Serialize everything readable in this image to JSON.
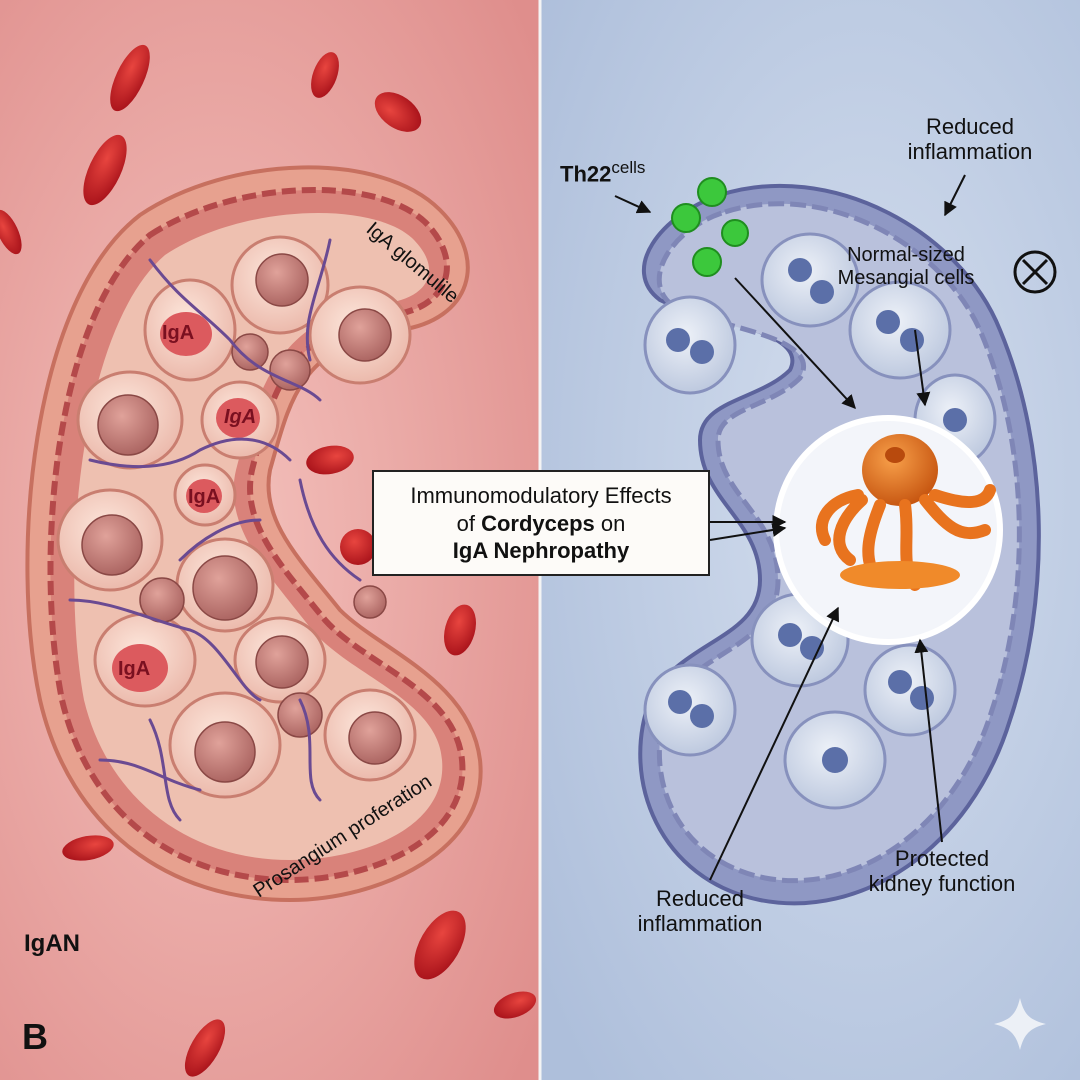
{
  "panel_letter": "B",
  "left_panel": {
    "label": "IgAN",
    "glomerulus_label": "IgA glomulile",
    "proliferation_label": "Prosangium proferation",
    "deposit_labels": [
      "IgA",
      "IgA",
      "IgA",
      "IgA"
    ]
  },
  "title": {
    "line1": "Immunomodulatory Effects",
    "line2_prefix": "of ",
    "line2_bold": "Cordyceps",
    "line2_suffix": " on",
    "line3": "IgA Nephropathy"
  },
  "right_panel": {
    "th22_label": "Th22",
    "th22_sup": "cells",
    "reduced_inflammation_top": [
      "Reduced",
      "inflammation"
    ],
    "mesangial_label": [
      "Normal-sized",
      "Mesangial cells"
    ],
    "protected_label": [
      "Protected",
      "kidney function"
    ],
    "reduced_inflammation_bottom": [
      "Reduced",
      "inflammation"
    ]
  },
  "colors": {
    "left_bg": "#e9a3a1",
    "right_bg": "#bccbe2",
    "cordyceps": "#e8731e",
    "th22": "#3cc83c"
  }
}
